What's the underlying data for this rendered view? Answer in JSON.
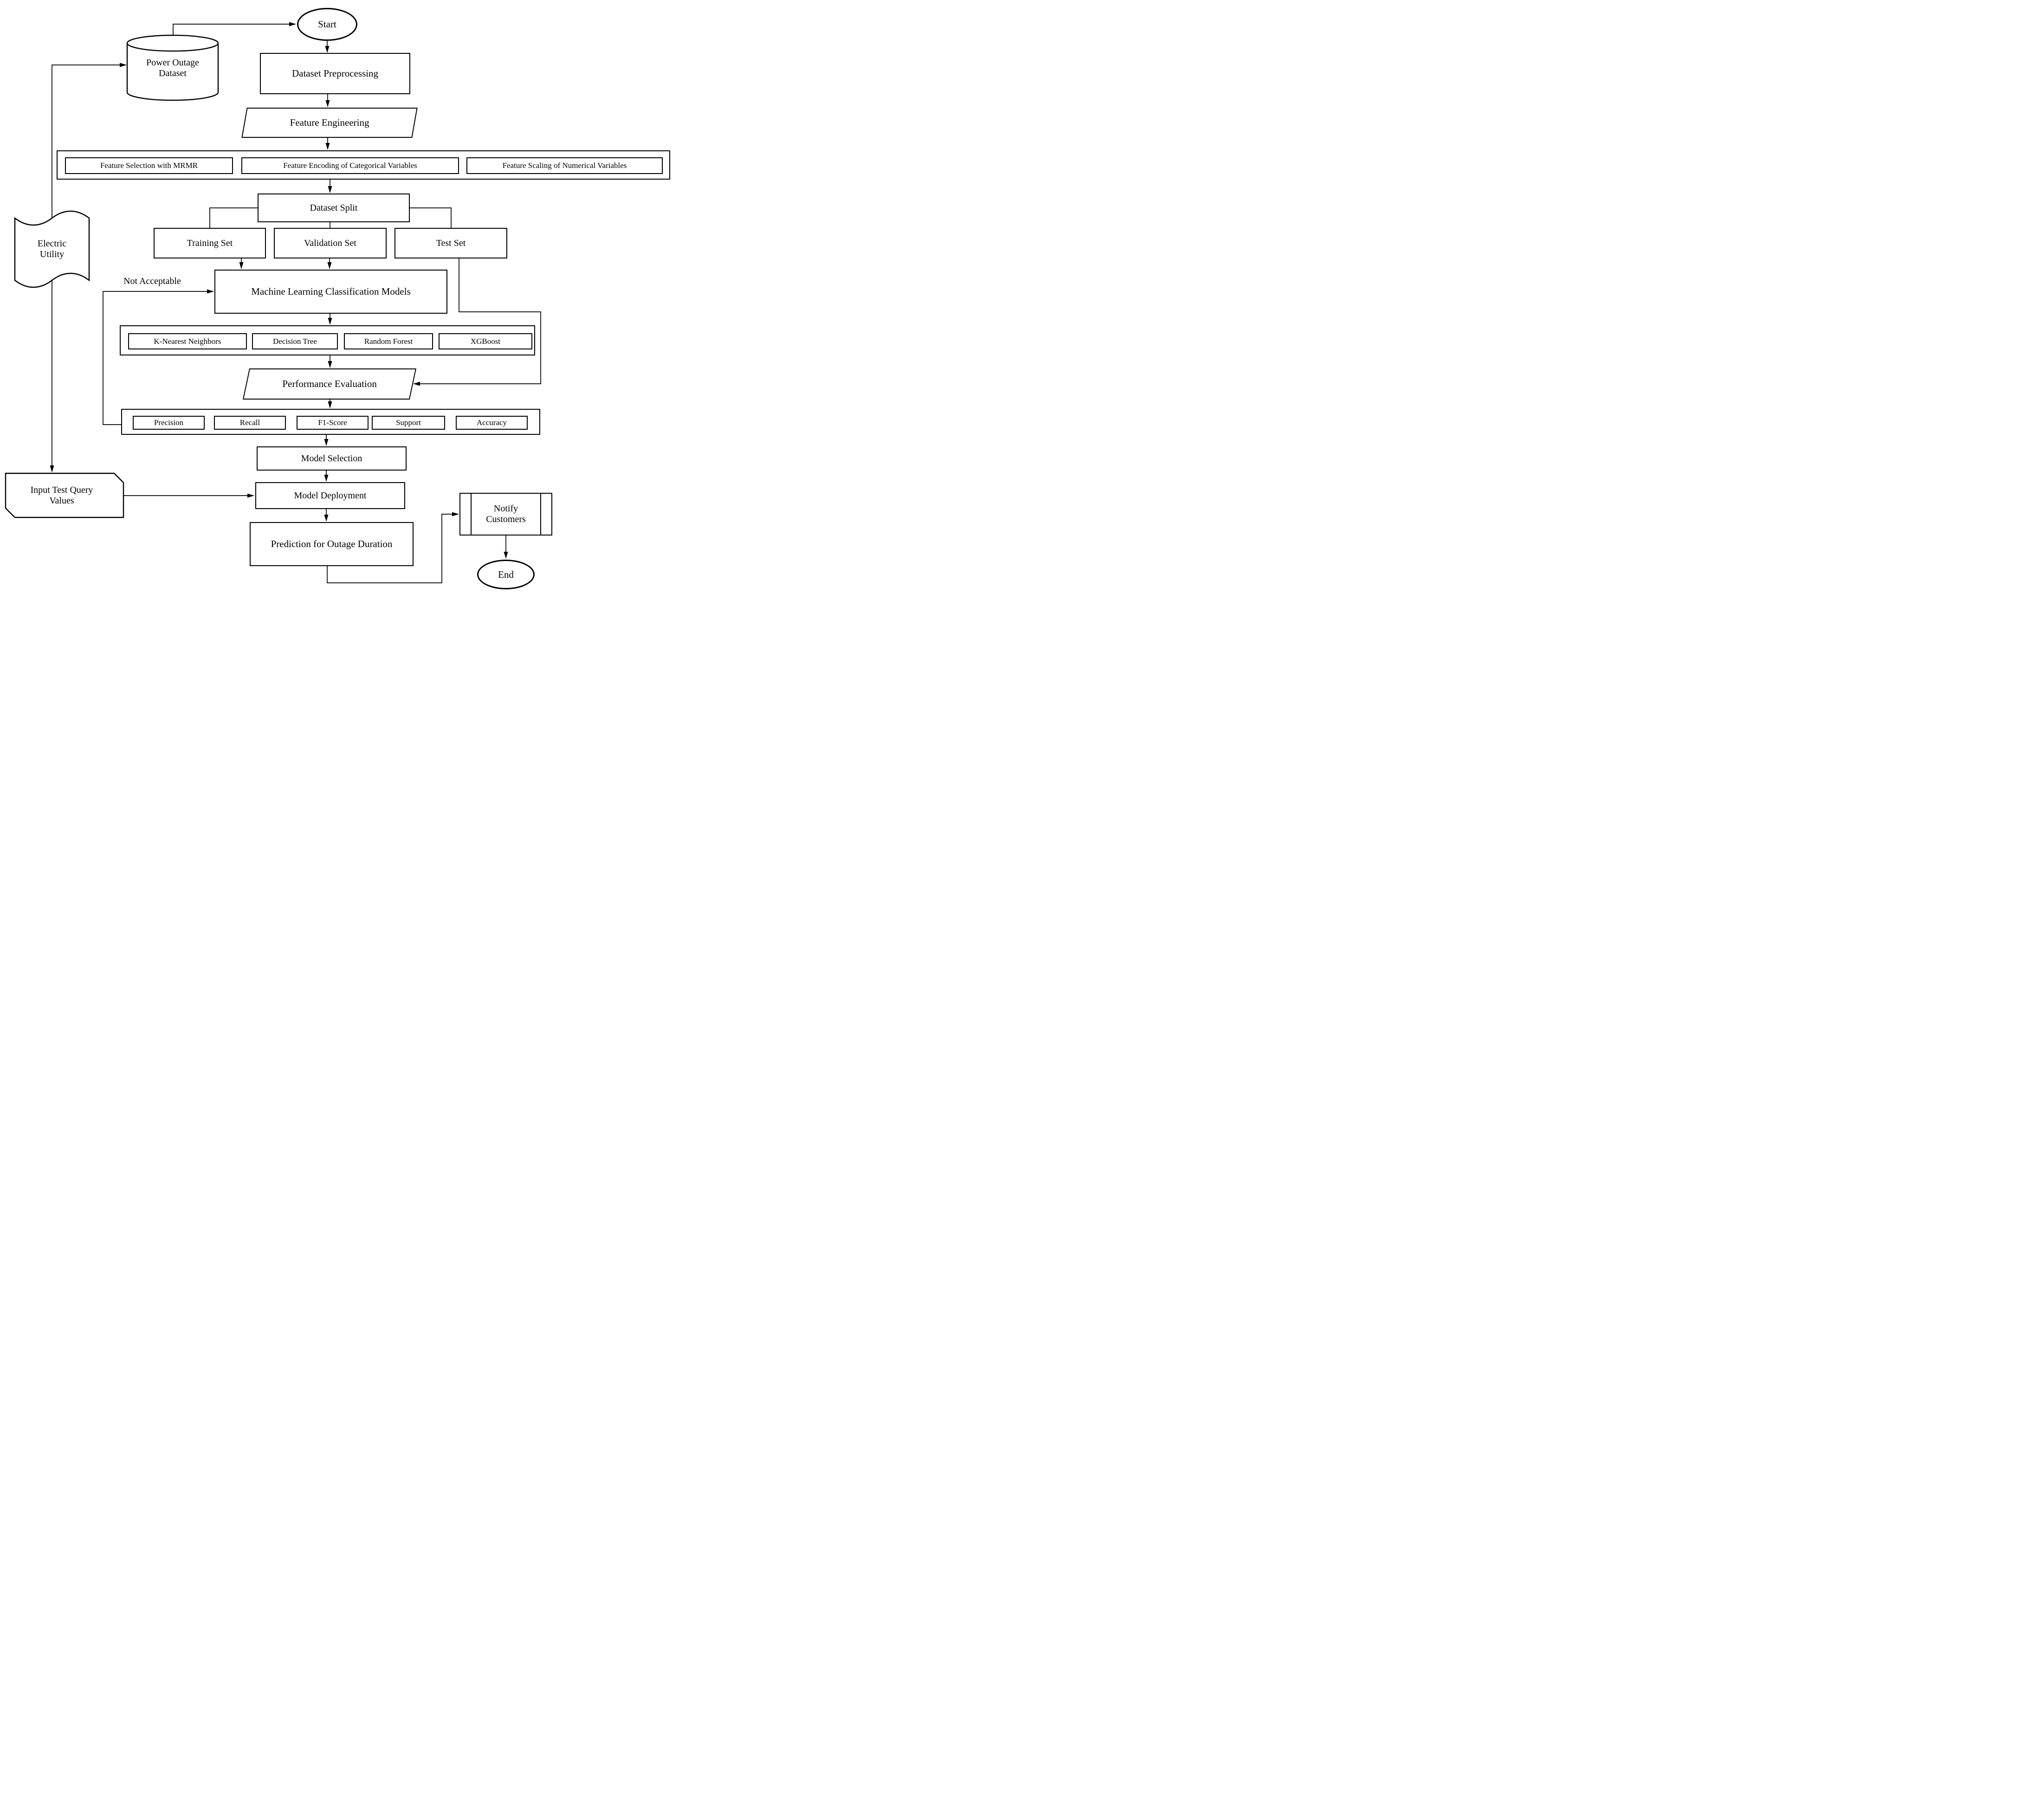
{
  "flowchart": {
    "nodes": {
      "start": "Start",
      "power_outage_dataset": "Power Outage Dataset",
      "dataset_preprocessing": "Dataset Preprocessing",
      "feature_engineering": "Feature Engineering",
      "feature_steps": [
        "Feature Selection with MRMR",
        "Feature Encoding of Categorical Variables",
        "Feature Scaling of Numerical Variables"
      ],
      "dataset_split": "Dataset Split",
      "training_set": "Training Set",
      "validation_set": "Validation Set",
      "test_set": "Test Set",
      "ml_models": "Machine Learning Classification Models",
      "models": [
        "K-Nearest Neighbors",
        "Decision Tree",
        "Random Forest",
        "XGBoost"
      ],
      "performance_evaluation": "Performance Evaluation",
      "metrics": [
        "Precision",
        "Recall",
        "F1-Score",
        "Support",
        "Accuracy"
      ],
      "model_selection": "Model Selection",
      "model_deployment": "Model Deployment",
      "prediction": "Prediction for Outage Duration",
      "notify_customers": "Notify Customers",
      "end": "End",
      "electric_utility": "Electric Utility",
      "input_test_query": "Input Test Query Values"
    },
    "edge_labels": {
      "not_acceptable": "Not Acceptable"
    },
    "colors": {
      "stroke": "#000000",
      "fill": "#ffffff"
    }
  }
}
